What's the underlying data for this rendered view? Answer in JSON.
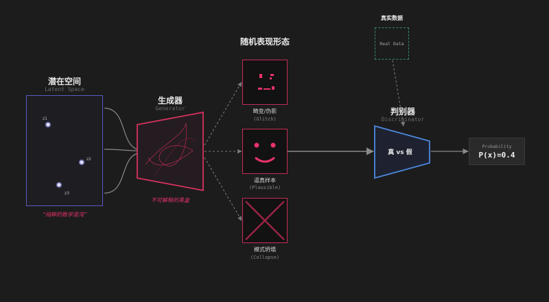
{
  "latent": {
    "title": "潜在空间",
    "subtitle": "Latent Space",
    "points": [
      "z1",
      "z2",
      "z3"
    ],
    "caption": "“纯粹的数学混沌”"
  },
  "generator": {
    "title": "生成器",
    "subtitle": "Generator",
    "caption": "不可解释的黑盒"
  },
  "random": {
    "title": "随机表现形态",
    "outputs": [
      {
        "label": "畸变/伪影",
        "sub": "(Glitch)"
      },
      {
        "label": "逼真样本",
        "sub": "(Plausible)"
      },
      {
        "label": "模式坍塌",
        "sub": "(Collapse)"
      }
    ]
  },
  "real": {
    "title": "真实数据",
    "box_label": "Real Data"
  },
  "discriminator": {
    "title": "判别器",
    "subtitle": "Discriminator",
    "verdict": "真 vs 假"
  },
  "probability": {
    "label": "Probability",
    "value": "P(x)=0.4"
  },
  "colors": {
    "background": "#1c1c1c",
    "latent_border": "#5b5bc4",
    "generator_border": "#d7325f",
    "accent_pink": "#e8336a",
    "real_border": "#3a8a6a",
    "disc_border": "#4d8adf",
    "connector": "#8a8a8a"
  }
}
